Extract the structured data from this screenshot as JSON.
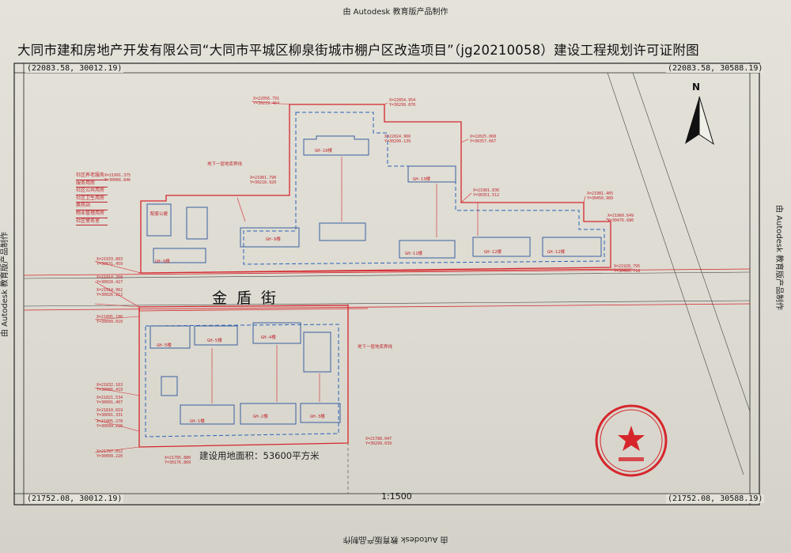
{
  "watermark": {
    "text": "由 Autodesk 教育版产品制作"
  },
  "title": "大同市建和房地产开发有限公司“大同市平城区柳泉街城市棚户区改造项目”（jg20210058）建设工程规划许可证附图",
  "corners": {
    "top_left": "(22083.58, 30012.19)",
    "top_right": "(22083.58, 30588.19)",
    "bottom_left": "(21752.08, 30012.19)",
    "bottom_right": "(21752.08, 30588.19)"
  },
  "scale": "1:1500",
  "street": "金盾街",
  "site_area": "建设用地面积：53600平方米",
  "north": "N",
  "legend": [
    "社区养老服务",
    "服务用房",
    "社区公共用房",
    "社区卫生用房",
    "换热站",
    "物业管理用房",
    "社区警务室"
  ],
  "labels": {
    "gh10": "GH-10楼",
    "gh13": "GH-13楼",
    "gh9": "GH-9楼",
    "gh11": "GH-11楼",
    "gh12": "GH-12楼",
    "gh5": "GH-5楼",
    "gh4": "GH-4楼",
    "gh1": "GH-1楼",
    "gh2": "GH-2楼",
    "gh3": "GH-3楼",
    "peidian": "配套公建",
    "basement_n": "地下一层地库界线",
    "basement_s": "地下一层地库界线"
  },
  "site_coords": {
    "c1": "X=22056.791\nY=30219.464",
    "c2": "X=22054.954\nY=30299.870",
    "c3": "X=22024.966\nY=30299.139",
    "c4": "X=22025.068\nY=30357.667",
    "c5": "X=21981.790\nY=30218.920",
    "c6": "X=21991.375\nY=30066.846",
    "c7": "X=21981.836\nY=30351.512",
    "c8": "X=21981.405\nY=30450.989",
    "c9": "X=21960.649\nY=30476.686",
    "c10": "X=21933.803\nY=30031.459",
    "c11": "X=21928.795\nY=30460.718",
    "c12": "X=21914.258\nY=30020.427",
    "c13": "X=21914.962\nY=30026.212",
    "c14": "X=21895.180\nY=30099.010",
    "c15": "X=21832.163\nY=30086.419",
    "c16": "X=21821.534\nY=30091.407",
    "c17": "X=21810.019\nY=30091.331",
    "c18": "X=21805.278\nY=30099.220",
    "c19": "X=21787.052\nY=30099.220",
    "c20": "X=21785.880\nY=30176.869",
    "c21": "X=21788.047\nY=30299.039"
  },
  "colors": {
    "site_line": "#d6262c",
    "building": "#3a5fa0",
    "basement": "#2b63b8",
    "frame": "#222222",
    "seal": "#d6262c"
  }
}
